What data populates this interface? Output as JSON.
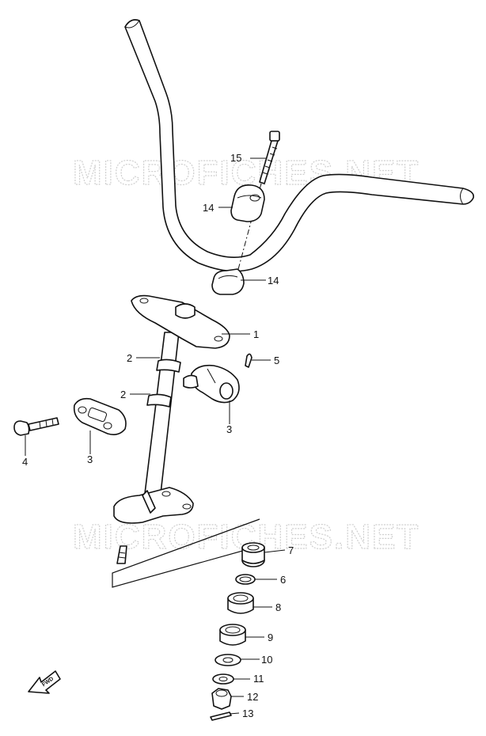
{
  "watermark": {
    "top_text": "MICROFICHES.NET",
    "bottom_text": "MICROFICHES.NET"
  },
  "callouts": {
    "c1": "1",
    "c2a": "2",
    "c2b": "2",
    "c3a": "3",
    "c3b": "3",
    "c4": "4",
    "c5": "5",
    "c6": "6",
    "c7": "7",
    "c8": "8",
    "c9": "9",
    "c10": "10",
    "c11": "11",
    "c12": "12",
    "c13": "13",
    "c14a": "14",
    "c14b": "14",
    "c15": "15"
  },
  "fwd_label": "FWD",
  "icons": {
    "fwd_arrow": "fwd-arrow-icon"
  }
}
